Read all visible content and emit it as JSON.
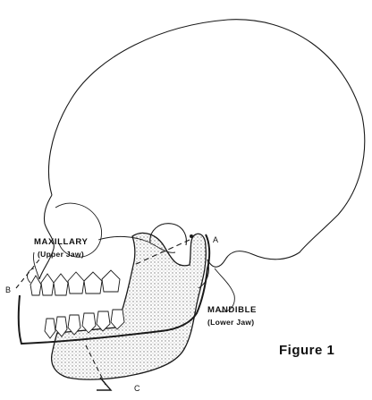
{
  "labels": {
    "maxillary": "MAXILLARY",
    "maxillary_sub": "(Upper Jaw)",
    "mandible": "MANDIBLE",
    "mandible_sub": "(Lower Jaw)",
    "point_a": "A",
    "point_b": "B",
    "point_c": "C",
    "figure": "Figure 1"
  },
  "colors": {
    "ink": "#1a1a1a",
    "stipple": "#8a8a8a"
  }
}
